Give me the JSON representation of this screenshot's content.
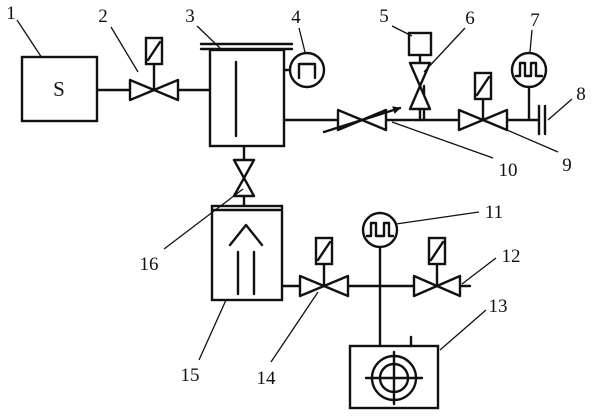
{
  "source_box": {
    "letter": "S"
  },
  "labels": {
    "n1": "1",
    "n2": "2",
    "n3": "3",
    "n4": "4",
    "n5": "5",
    "n6": "6",
    "n7": "7",
    "n8": "8",
    "n9": "9",
    "n10": "10",
    "n11": "11",
    "n12": "12",
    "n13": "13",
    "n14": "14",
    "n15": "15",
    "n16": "16"
  }
}
